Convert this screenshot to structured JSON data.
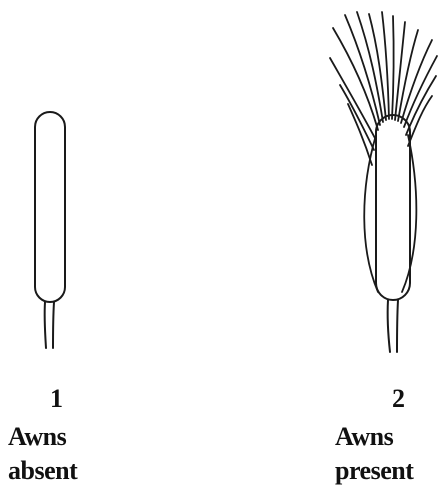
{
  "figure": {
    "panels": [
      {
        "number": "1",
        "line1": "Awns",
        "line2": "absent"
      },
      {
        "number": "2",
        "line1": "Awns",
        "line2": "present"
      }
    ]
  },
  "colors": {
    "ink": "#1a1a1a",
    "background": "#ffffff"
  }
}
